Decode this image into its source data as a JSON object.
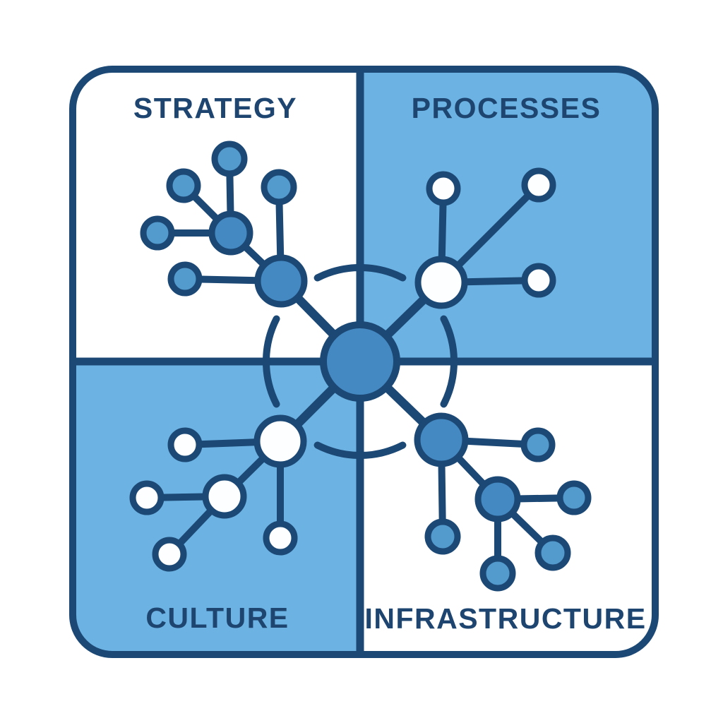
{
  "diagram": {
    "type": "quadrant-network-diagram",
    "description": "Four rounded quadrants with molecule-style network clusters all linked to one central hub inside a dashed ring",
    "quadrants": [
      {
        "position": "top-left",
        "label": "STRATEGY",
        "background": "#FFFFFF",
        "node_style": "blue-filled",
        "node_count": 7
      },
      {
        "position": "top-right",
        "label": "PROCESSES",
        "background": "#6CB2E2",
        "node_style": "white-filled",
        "node_count": 4
      },
      {
        "position": "bottom-left",
        "label": "CULTURE",
        "background": "#6CB2E2",
        "node_style": "white-filled",
        "node_count": 6
      },
      {
        "position": "bottom-right",
        "label": "INFRASTRUCTURE",
        "background": "#FFFFFF",
        "node_style": "blue-filled",
        "node_count": 7
      }
    ],
    "center": {
      "shape": "filled-circle-hub",
      "ring": "dashed-circle",
      "connections": 4
    }
  },
  "colors": {
    "page_background": "#FFFFFF",
    "quadrant_blue": "#6CB2E2",
    "quadrant_white": "#FFFFFF",
    "outline_navy": "#1B4875",
    "label_navy": "#1D4570",
    "node_blue": "#4489C2",
    "node_light_blue": "#539ACD",
    "node_white": "#FDFEFF"
  }
}
